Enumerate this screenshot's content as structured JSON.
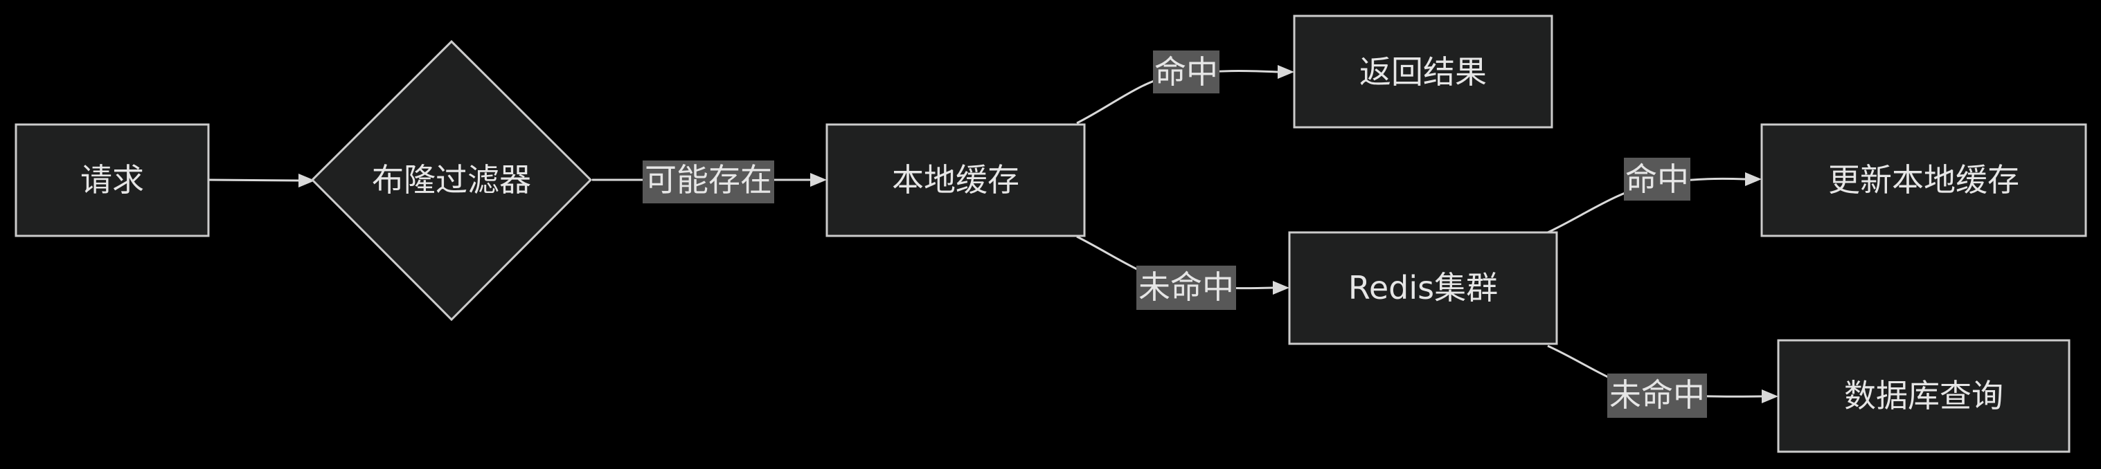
{
  "diagram": {
    "nodes": {
      "request": "请求",
      "bloom_filter": "布隆过滤器",
      "local_cache": "本地缓存",
      "return_result": "返回结果",
      "redis_cluster": "Redis集群",
      "update_local_cache": "更新本地缓存",
      "db_query": "数据库查询"
    },
    "edges": {
      "filter_to_local": "可能存在",
      "local_hit": "命中",
      "local_miss": "未命中",
      "redis_hit": "命中",
      "redis_miss": "未命中"
    }
  },
  "colors": {
    "background": "#000000",
    "node_fill": "#1f2020",
    "node_stroke": "#cccccc",
    "edge": "#d9d9d9",
    "label_bg": "#585858",
    "text": "#e6e6e6"
  }
}
